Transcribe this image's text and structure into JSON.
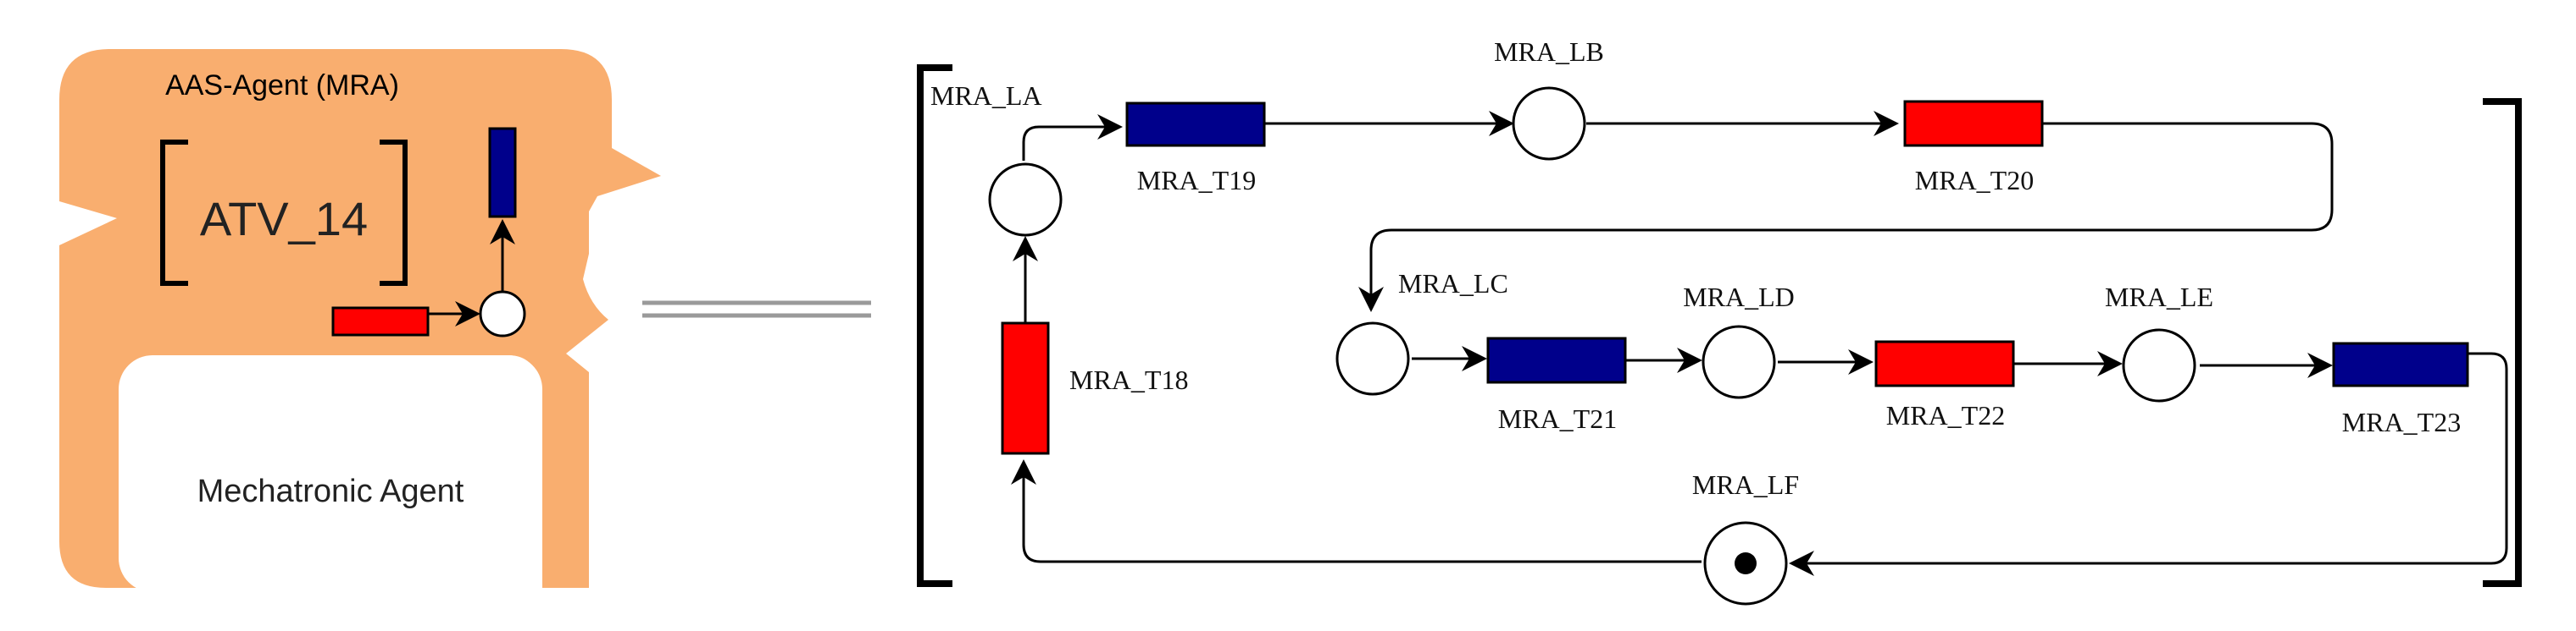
{
  "agent": {
    "title": "AAS-Agent (MRA)",
    "inner_label": "ATV_14",
    "bottom_label": "Mechatronic Agent",
    "body_color": "#F9AE6F",
    "transition_red": "#FF0000",
    "transition_blue": "#00008B"
  },
  "petri_net": {
    "places": [
      {
        "id": "MRA_LA",
        "label": "MRA_LA",
        "tokens": 0
      },
      {
        "id": "MRA_LB",
        "label": "MRA_LB",
        "tokens": 0
      },
      {
        "id": "MRA_LC",
        "label": "MRA_LC",
        "tokens": 0
      },
      {
        "id": "MRA_LD",
        "label": "MRA_LD",
        "tokens": 0
      },
      {
        "id": "MRA_LE",
        "label": "MRA_LE",
        "tokens": 0
      },
      {
        "id": "MRA_LF",
        "label": "MRA_LF",
        "tokens": 1
      }
    ],
    "transitions": [
      {
        "id": "MRA_T18",
        "label": "MRA_T18",
        "color": "#FF0000"
      },
      {
        "id": "MRA_T19",
        "label": "MRA_T19",
        "color": "#00008B"
      },
      {
        "id": "MRA_T20",
        "label": "MRA_T20",
        "color": "#FF0000"
      },
      {
        "id": "MRA_T21",
        "label": "MRA_T21",
        "color": "#00008B"
      },
      {
        "id": "MRA_T22",
        "label": "MRA_T22",
        "color": "#FF0000"
      },
      {
        "id": "MRA_T23",
        "label": "MRA_T23",
        "color": "#00008B"
      }
    ]
  }
}
